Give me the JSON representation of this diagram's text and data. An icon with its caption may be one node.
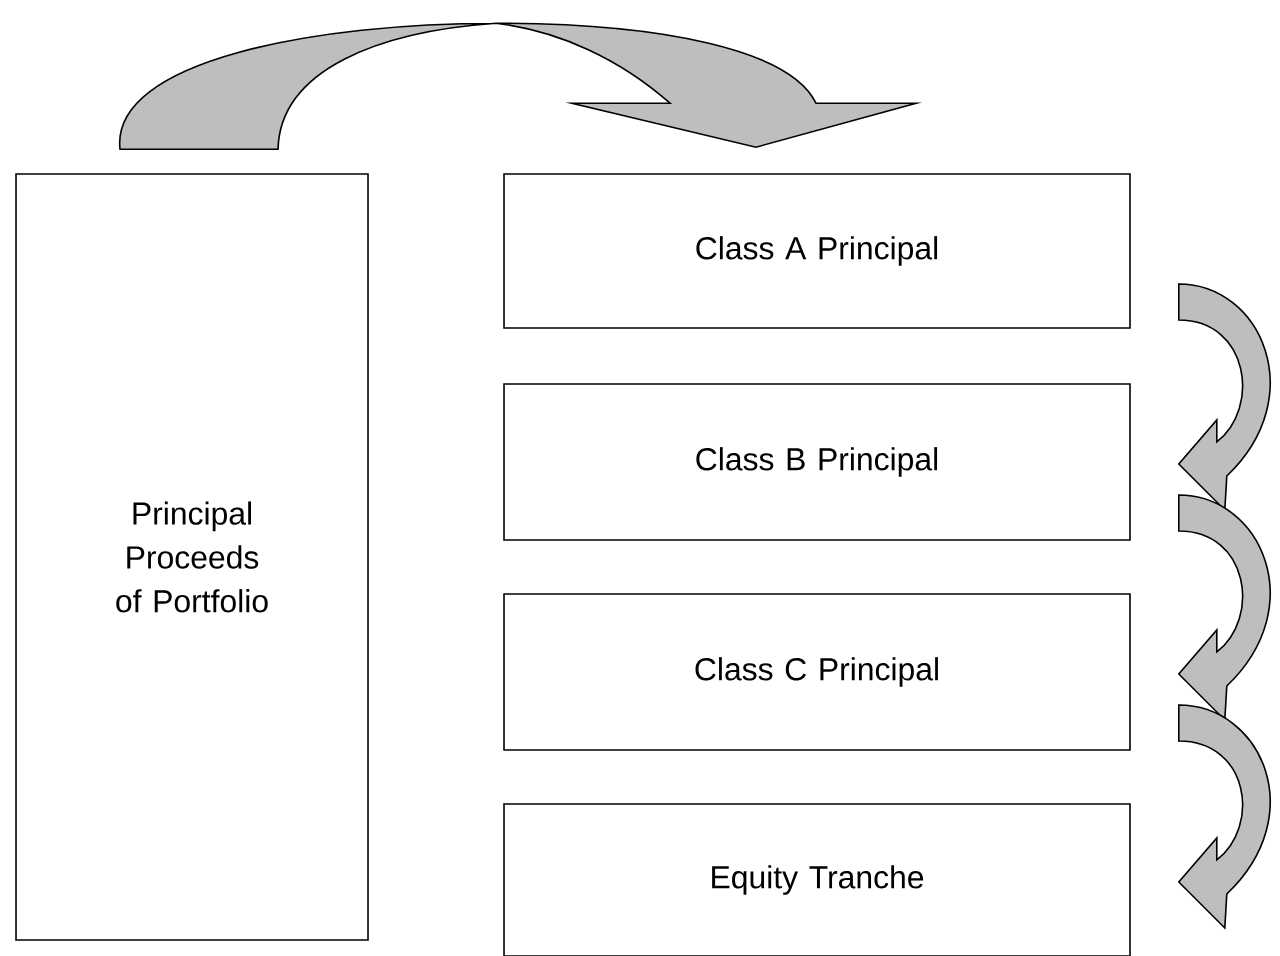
{
  "diagram": {
    "nodes": [
      {
        "text": [
          "Principal Proceeds of Portfolio"
        ]
      },
      {
        "text": [
          "Class A Principal"
        ]
      },
      {
        "text": [
          "Class B Principal"
        ]
      },
      {
        "text": [
          "Class C Principal"
        ]
      },
      {
        "text": [
          "Equity Tranche"
        ]
      }
    ],
    "edges": [
      {
        "from": 0,
        "to": 1,
        "arrow": "to"
      },
      {
        "from": 1,
        "to": 2,
        "arrow": "to"
      },
      {
        "from": 2,
        "to": 3,
        "arrow": "to"
      },
      {
        "from": 3,
        "to": 4,
        "arrow": "to"
      }
    ]
  }
}
